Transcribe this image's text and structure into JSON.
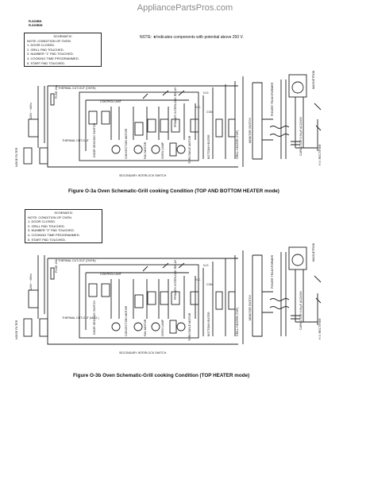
{
  "site_title": "AppliancePartsPros.com",
  "models": [
    "R-820BK",
    "R-820BW"
  ],
  "note": "NOTE: ★Indicates components with potential above 250 V.",
  "diagram_a": {
    "schematic_title": "SCHEMATIC",
    "condition_header": "NOTE: CONDITION OF OVEN",
    "conditions": [
      "1. DOOR CLOSED.",
      "2. GRILL PAD TOUCHED.",
      "3. NUMBER \"1\" PAD TOUCHED.",
      "4. COOKING TIME PROGRAMMED.",
      "5. START PAD TOUCHED."
    ],
    "caption": "Figure O-3a Oven Schematic-Grill cooking Condition (TOP AND BOTTOM HEATER mode)",
    "labels": {
      "thermal_cutout_oven": "THERMAL CUT-OUT (OVEN)",
      "fuse": "FUSE 20A",
      "control_unit": "CONTROL UNIT",
      "supply": "120V ~ 60Hz",
      "noise_filter": "NOISE FILTER",
      "thermal_cutout_magnetron": "THERMAL CUT-OUT",
      "secondary_interlock": "SECONDARY INTERLOCK SWITCH",
      "door_sensing": "DOOR SENSING SWITCH",
      "convection_motor": "CONVECTION MOTOR",
      "fan_motor": "FAN MOTOR",
      "oven_lamp": "OVEN LAMP",
      "turntable_motor": "TURNTABLE MOTOR",
      "bottom_heater": "BOTTOM HEATER",
      "grill_heater_top": "GRILL HEATER (TOP)",
      "monitor_switch": "MONITOR SWITCH",
      "power_transformer": "POWER TRANSFORMER",
      "magnetron": "MAGNETRON",
      "capacitor": "CAPACITOR 0.94μF AC2100V",
      "hv_rectifier": "H.V. RECTIFIER",
      "primary_interlock": "PRIMARY INTERLOCK RELAY",
      "no": "N.O.",
      "com": "COM",
      "nc": "N.C."
    }
  },
  "diagram_b": {
    "schematic_title": "SCHEMATIC",
    "condition_header": "NOTE: CONDITION OF OVEN",
    "conditions": [
      "1. DOOR CLOSED.",
      "2. GRILL PAD TOUCHED.",
      "3. NUMBER \"2\" PAD TOUCHED.",
      "4. COOKING TIME PROGRAMMED.",
      "5. START PAD TOUCHED."
    ],
    "caption": "Figure O-3b Oven Schematic-Grill cooking Condition (TOP HEATER mode)",
    "labels": {
      "thermal_cutout_oven": "THERMAL CUT-OUT (OVEN)",
      "fuse": "FUSE 20A",
      "control_unit": "CONTROL UNIT",
      "supply": "120V ~ 60Hz",
      "noise_filter": "NOISE FILTER",
      "thermal_cutout_magnetron": "THERMAL CUT-OUT (MAG.)",
      "secondary_interlock": "SECONDARY INTERLOCK SWITCH",
      "door_sensing": "DOOR SENSING SWITCH",
      "convection_motor": "CONVECTION MOTOR",
      "fan_motor": "FAN MOTOR",
      "oven_lamp": "OVEN LAMP",
      "turntable_motor": "TURNTABLE MOTOR",
      "bottom_heater": "BOTTOM HEATER",
      "grill_heater_top": "GRILL HEATER (TOP)",
      "monitor_switch": "MONITOR SWITCH",
      "power_transformer": "POWER TRANSFORMER",
      "magnetron": "MAGNETRON",
      "capacitor": "CAPACITOR 0.94μF AC2100V",
      "hv_rectifier": "H.V. RECTIFIER",
      "primary_interlock": "PRIMARY INTERLOCK RELAY",
      "no": "N.O.",
      "com": "COM",
      "nc": "N.C."
    }
  }
}
